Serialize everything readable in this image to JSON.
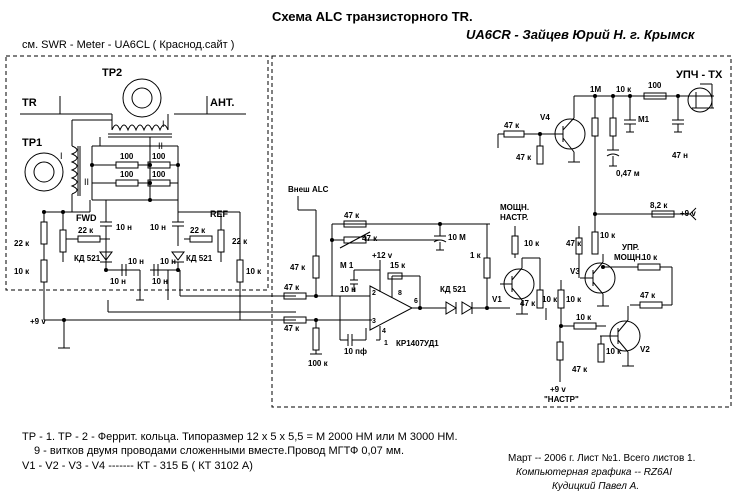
{
  "header": {
    "title": "Схема  ALC  транзисторного  TR.",
    "author": "UA6CR - Зайцев Юрий Н. г. Крымск",
    "swr_block_caption": "см. SWR - Meter - UA6CL ( Краснод.сайт )"
  },
  "labels": {
    "tp1": "TP1",
    "tp2": "TP2",
    "tr": "TR",
    "ant": "АНТ.",
    "coil_i_top": "I",
    "coil_ii_right": "II",
    "coil_i_left": "I",
    "coil_ii_left": "II",
    "fwd": "FWD",
    "ref": "REF",
    "r_100_a": "100",
    "r_100_b": "100",
    "r_100_c": "100",
    "r_100_d": "100",
    "r_22k_left": "22 к",
    "r_22k_fwd": "22 к",
    "r_22k_ref": "22 к",
    "r_22k_right": "22 к",
    "r_10k_left": "10 к",
    "r_10k_right": "10 к",
    "kd521_left": "КД 521",
    "kd521_right": "КД 521",
    "c_10n_1": "10 н",
    "c_10n_2": "10 н",
    "c_10n_3": "10 н",
    "c_10n_4": "10 н",
    "c_10n_5": "10 н",
    "c_10n_6": "10 н",
    "vnesh_alc": "Внеш ALC",
    "r_47k_a": "47 к",
    "r_47k_b": "47 к",
    "r_47k_c": "47 к",
    "r_47k_d": "47 к",
    "r_47k_e": "47 к",
    "r_47k_var": "47 к",
    "plus12": "+12 v",
    "m1_left": "М 1",
    "r_15k": "15 к",
    "c_10n_op": "10 н",
    "c_10pf": "10 пф",
    "r_100k": "100 к",
    "opamp": "КР1407УД1",
    "pin2": "2",
    "pin3": "3",
    "pin4": "4",
    "pin6": "6",
    "pin8": "8",
    "pin1": "1",
    "c_10m": "10 М",
    "kd521_mid": "КД 521",
    "r_1k": "1 к",
    "v1": "V1",
    "mosh_nastr_1": "МОЩН.",
    "mosh_nastr_2": "НАСТР.",
    "r_10k_v1": "10 к",
    "r_10k_v1b": "10 к",
    "r_47k_v1": "47 к",
    "r_47k_v4a": "47 к",
    "r_47k_v4b": "47 к",
    "v4": "V4",
    "r_1m": "1М",
    "r_10k_top": "10 к",
    "r_100_top": "100",
    "m1_right": "М1",
    "c_047": "0,47 м",
    "c_47n": "47 н",
    "upch_tx": "УПЧ - ТХ",
    "r_82k": "8,2 к",
    "plus9_right": "+9 v",
    "upr_1": "УПР.",
    "upr_2": "МОЩН.",
    "v3": "V3",
    "r_10k_v3": "10 к",
    "r_10k_v3b": "10 к",
    "r_47k_v3": "47 к",
    "r_47k_v2a": "47 к",
    "r_47k_v2b": "47 к",
    "r_10k_v2": "10 к",
    "r_10k_v2b": "10 к",
    "v2": "V2",
    "plus9_nastr": "+9 v",
    "nastr_q": "\"НАСТР\"",
    "plus9_left": "+9 v",
    "r_10k_mid": "10 к"
  },
  "notes": {
    "line1": "ТР - 1. ТР - 2 - Феррит. кольца. Типоразмер  12 х 5 х 5,5 = М 2000 НМ или М 3000 НМ.",
    "line2": "9 - витков двумя проводами сложенными вместе.Провод  МГТФ 0,07 мм.",
    "line3": "V1 - V2 - V3 - V4 ------- КТ - 315 Б ( КТ 3102 А)",
    "date": "Март -- 2006 г. Лист №1. Всего листов 1.",
    "graphics": "Компьютерная графика -- RZ6AI",
    "designer": "Кудицкий  Павел  А."
  }
}
